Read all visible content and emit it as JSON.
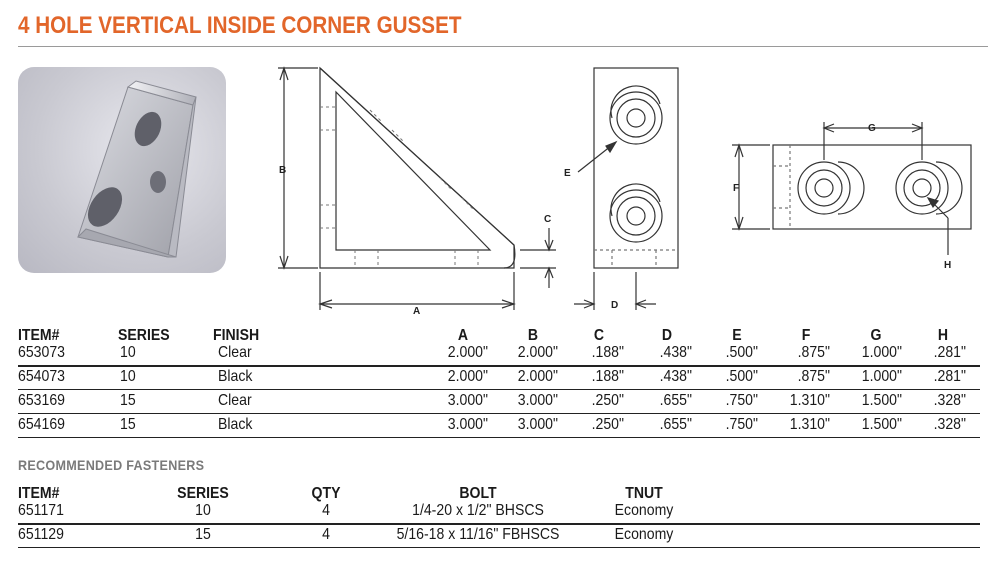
{
  "title": "4 HOLE VERTICAL INSIDE CORNER GUSSET",
  "diagram_labels": {
    "a": "A",
    "b": "B",
    "c": "C",
    "d": "D",
    "e": "E",
    "f": "F",
    "g": "G",
    "h": "H"
  },
  "spec_table": {
    "headers": [
      "ITEM#",
      "SERIES",
      "FINISH",
      "A",
      "B",
      "C",
      "D",
      "E",
      "F",
      "G",
      "H"
    ],
    "rows": [
      [
        "653073",
        "10",
        "Clear",
        "2.000\"",
        "2.000\"",
        ".188\"",
        ".438\"",
        ".500\"",
        ".875\"",
        "1.000\"",
        ".281\""
      ],
      [
        "654073",
        "10",
        "Black",
        "2.000\"",
        "2.000\"",
        ".188\"",
        ".438\"",
        ".500\"",
        ".875\"",
        "1.000\"",
        ".281\""
      ],
      [
        "653169",
        "15",
        "Clear",
        "3.000\"",
        "3.000\"",
        ".250\"",
        ".655\"",
        ".750\"",
        "1.310\"",
        "1.500\"",
        ".328\""
      ],
      [
        "654169",
        "15",
        "Black",
        "3.000\"",
        "3.000\"",
        ".250\"",
        ".655\"",
        ".750\"",
        "1.310\"",
        "1.500\"",
        ".328\""
      ]
    ]
  },
  "fasteners": {
    "title": "RECOMMENDED FASTENERS",
    "headers": [
      "ITEM#",
      "SERIES",
      "QTY",
      "BOLT",
      "TNUT"
    ],
    "rows": [
      [
        "651171",
        "10",
        "4",
        "1/4-20 x 1/2\" BHSCS",
        "Economy"
      ],
      [
        "651129",
        "15",
        "4",
        "5/16-18 x 11/16\" FBHSCS",
        "Economy"
      ]
    ]
  },
  "colors": {
    "title": "#e2662a",
    "subtitle": "#7a7a7a",
    "photo_bg": "#c9c9d1"
  }
}
